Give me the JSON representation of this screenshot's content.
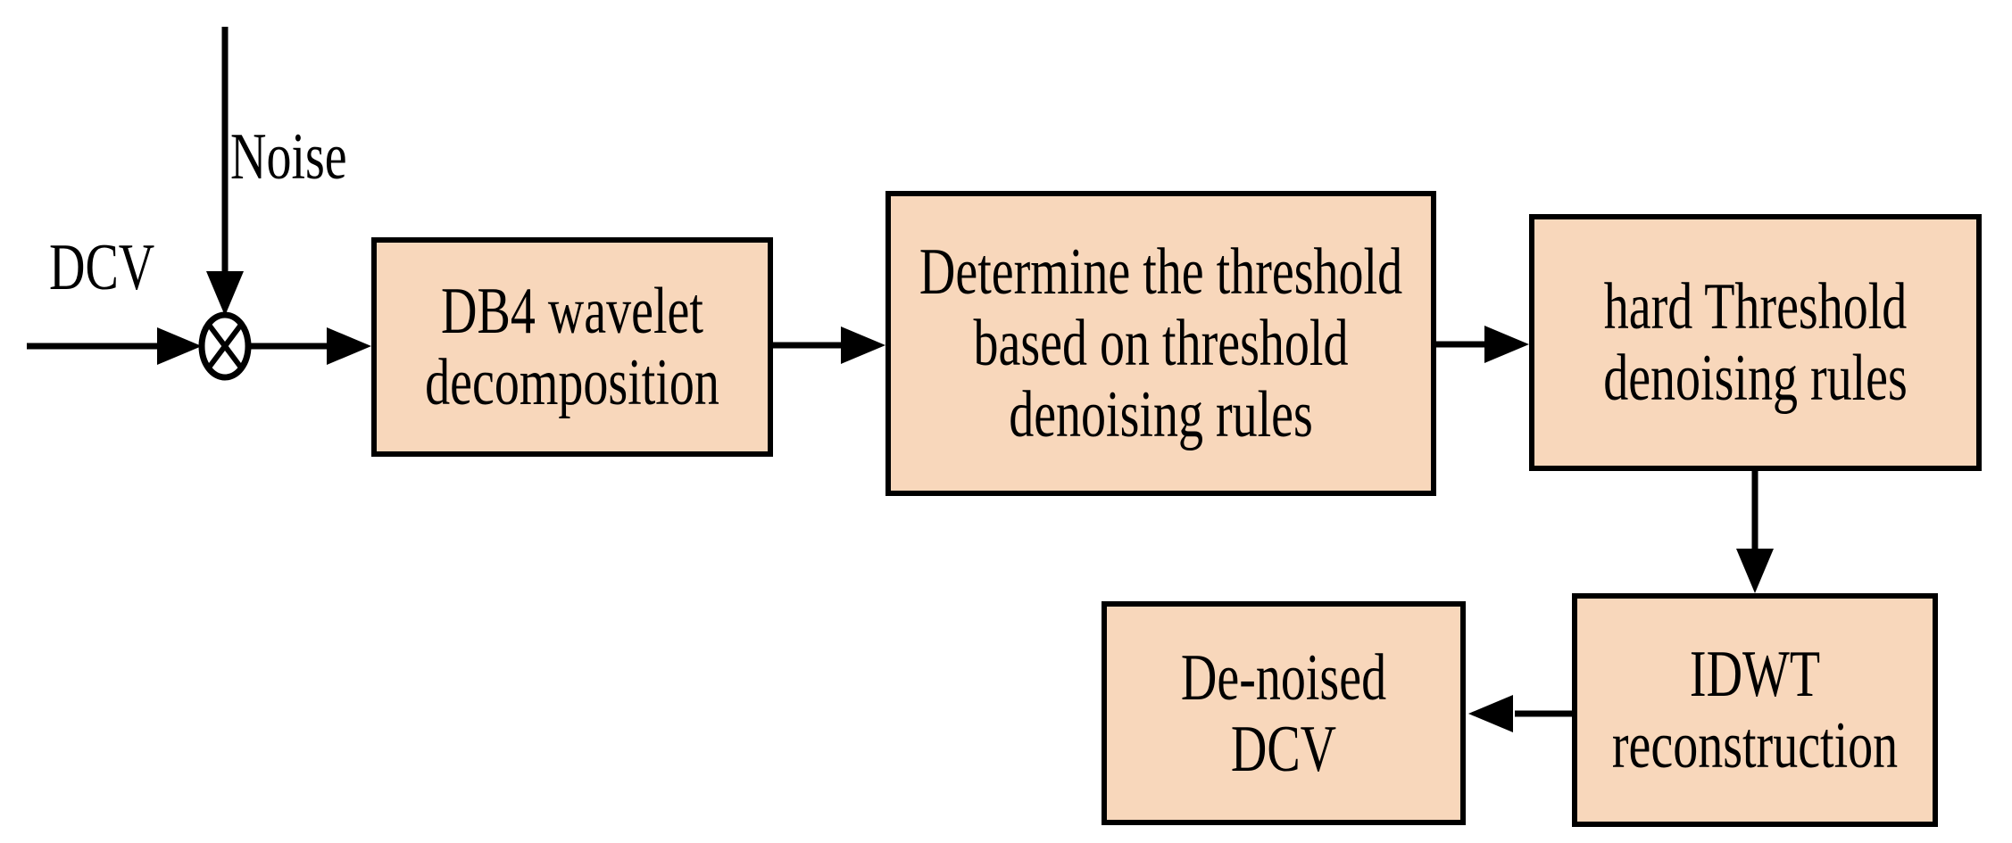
{
  "diagram": {
    "type": "flowchart",
    "colors": {
      "node_fill": "#F8D7BB",
      "node_border": "#000000",
      "arrow": "#000000",
      "background": "#ffffff",
      "text": "#000000"
    },
    "labels": {
      "dcv": "DCV",
      "noise": "Noise"
    },
    "icons": {
      "mixer": "circled-times-junction"
    },
    "nodes": [
      {
        "id": "db4-wavelet-decomposition",
        "lines": [
          "DB4 wavelet",
          "decomposition"
        ]
      },
      {
        "id": "determine-threshold",
        "lines": [
          "Determine the threshold",
          "based on threshold",
          "denoising rules"
        ]
      },
      {
        "id": "hard-threshold",
        "lines": [
          "hard Threshold",
          "denoising rules"
        ]
      },
      {
        "id": "idwt-reconstruction",
        "lines": [
          "IDWT",
          "reconstruction"
        ]
      },
      {
        "id": "denoised-dcv",
        "lines": [
          "De-noised",
          "DCV"
        ]
      }
    ],
    "edges": [
      {
        "from": "noise-input",
        "to": "mixer"
      },
      {
        "from": "dcv-input",
        "to": "mixer"
      },
      {
        "from": "mixer",
        "to": "db4-wavelet-decomposition"
      },
      {
        "from": "db4-wavelet-decomposition",
        "to": "determine-threshold"
      },
      {
        "from": "determine-threshold",
        "to": "hard-threshold"
      },
      {
        "from": "hard-threshold",
        "to": "idwt-reconstruction"
      },
      {
        "from": "idwt-reconstruction",
        "to": "denoised-dcv"
      }
    ]
  }
}
